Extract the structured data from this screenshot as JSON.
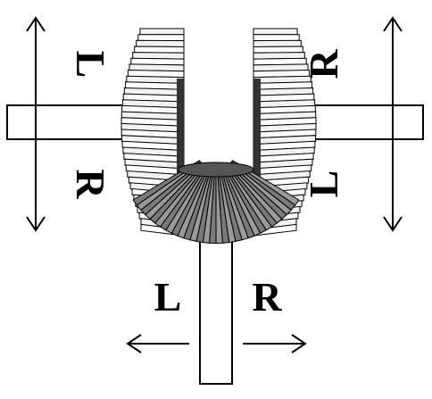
{
  "labels": {
    "left_shaft_top": "L",
    "left_shaft_bottom": "R",
    "right_shaft_top": "R",
    "right_shaft_bottom": "L",
    "bottom_shaft_left": "L",
    "bottom_shaft_right": "R"
  },
  "colors": {
    "stroke": "#000000",
    "background": "#ffffff",
    "tooth_dark": "#7a7a7a",
    "tooth_light": "#ffffff",
    "shaft_fill": "#ffffff"
  },
  "icons": {
    "arrow": "double-headed-arrow",
    "gear": "bevel-gear"
  }
}
